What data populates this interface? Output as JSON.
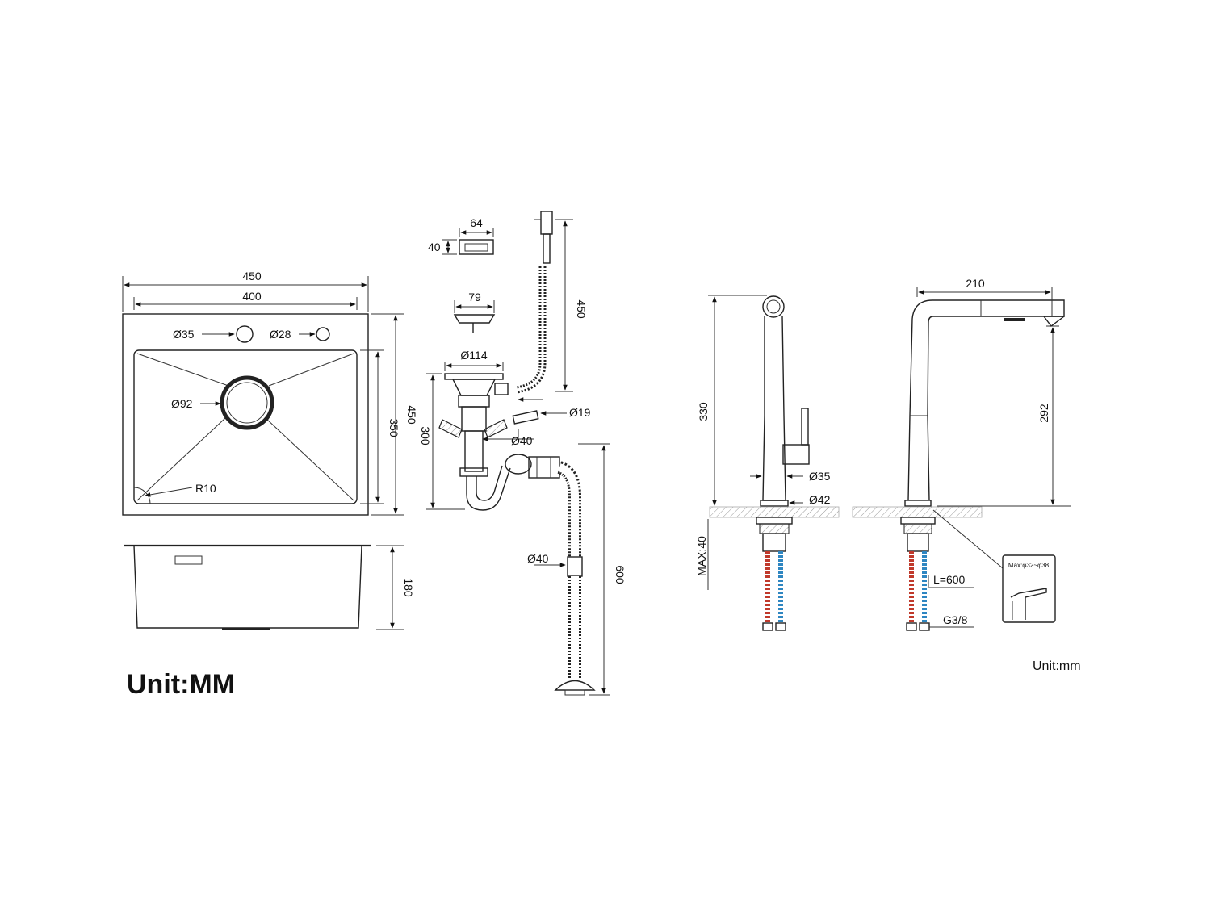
{
  "sink_top": {
    "outer_width": "450",
    "inner_width": "400",
    "tap_hole": "Ø35",
    "soap_hole": "Ø28",
    "drain": "Ø92",
    "corner_radius": "R10",
    "outer_depth": "450",
    "inner_depth": "350"
  },
  "sink_side": {
    "bowl_depth": "180"
  },
  "drain_kit": {
    "overflow_width": "64",
    "overflow_height": "40",
    "strainer_basket": "79",
    "strainer_flange": "Ø114",
    "overflow_hose_length": "450",
    "overflow_outlet": "Ø19",
    "trap_height": "300",
    "trap_pipe": "Ø40",
    "drain_hose": "Ø40",
    "drain_hose_length": "600"
  },
  "faucet_front": {
    "height": "330",
    "body_dia": "Ø35",
    "base_dia": "Ø42",
    "max_thickness": "MAX:40"
  },
  "faucet_side": {
    "reach": "210",
    "spout_height": "292",
    "hose_length": "L=600",
    "thread": "G3/8",
    "hole_size": "Max:φ32~φ38"
  },
  "units": {
    "left": "Unit:MM",
    "right": "Unit:mm"
  },
  "colors": {
    "line": "#222222",
    "hot": "#c0392b",
    "cold": "#2e86c1"
  }
}
